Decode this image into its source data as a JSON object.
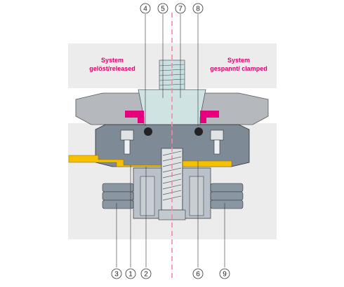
{
  "labels": {
    "left_title": "System",
    "left_subtitle": "gelöst/released",
    "right_title": "System",
    "right_subtitle": "gespannt/ clamped"
  },
  "callouts_top": [
    "4",
    "5",
    "7",
    "8"
  ],
  "callouts_bottom": [
    "3",
    "1",
    "2",
    "6",
    "9"
  ],
  "colors": {
    "magenta": "#e6007e",
    "yellow": "#f5c000",
    "steel": "#7d8a96",
    "light_steel": "#b9c2ca",
    "cyan": "#cfe3e3"
  }
}
